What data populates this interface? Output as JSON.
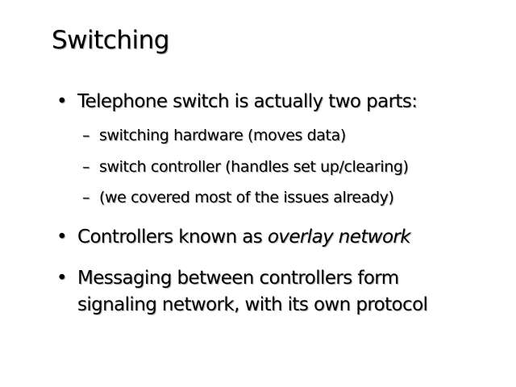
{
  "title": "Switching",
  "bullets": [
    {
      "text": "Telephone switch is actually two parts:"
    },
    {
      "text_prefix": "Controllers known as ",
      "text_emph": "overlay network"
    },
    {
      "line1": "Messaging between controllers form",
      "line2": "signaling network, with its own protocol"
    }
  ],
  "sub_bullets": [
    "switching hardware (moves data)",
    "switch controller (handles set up/clearing)",
    "(we covered most of the issues already)"
  ],
  "bullet_glyph": "•",
  "dash_glyph": "–"
}
